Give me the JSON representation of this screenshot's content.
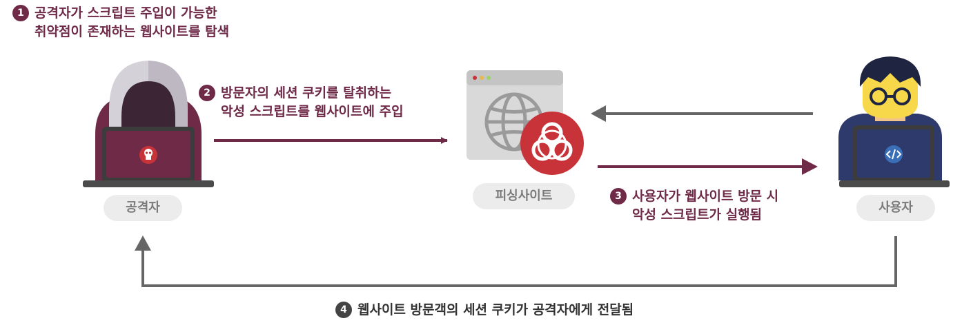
{
  "steps": {
    "s1": {
      "num": "1",
      "line1": "공격자가 스크립트 주입이 가능한",
      "line2": "취약점이 존재하는 웹사이트를 탐색"
    },
    "s2": {
      "num": "2",
      "line1": "방문자의 세션 쿠키를 탈취하는",
      "line2": "악성 스크립트를 웹사이트에 주입"
    },
    "s3": {
      "num": "3",
      "line1": "사용자가 웹사이트 방문 시",
      "line2": "악성 스크립트가 실행됨"
    },
    "s4": {
      "num": "4",
      "line1": "웹사이트 방문객의 세션 쿠키가 공격자에게 전달됨"
    }
  },
  "labels": {
    "attacker": "공격자",
    "phishing_site": "피싱사이트",
    "user": "사용자"
  },
  "icons": {
    "attacker_laptop": "skull-icon",
    "site_badge": "biohazard-icon",
    "site_window": "globe-icon",
    "user_laptop": "code-icon"
  },
  "colors": {
    "accent": "#6e2a47",
    "grey_arrow": "#666666",
    "badge_red": "#c8333a",
    "user_code_blue": "#3a6fb8"
  }
}
